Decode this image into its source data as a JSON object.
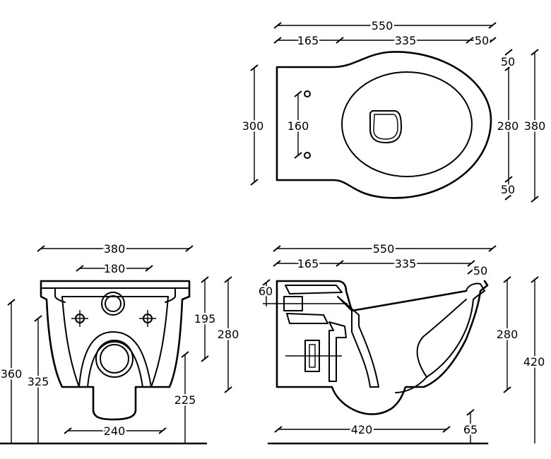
{
  "top_view": {
    "overall_length": "550",
    "length_rear": "165",
    "length_mid": "335",
    "length_front": "50",
    "rear_width": "300",
    "fixing_holes_spacing": "160",
    "overall_width": "380",
    "bowl_width": "280",
    "side_top": "50",
    "side_bottom": "50"
  },
  "front_view": {
    "overall_width": "380",
    "fixing_spacing": "180",
    "fixing_height": "195",
    "rim_height": "280",
    "outlet_height": "225",
    "overall_height": "360",
    "fixing_base_height": "325",
    "base_width": "240"
  },
  "side_view": {
    "overall_length": "550",
    "length_rear": "165",
    "length_mid": "335",
    "length_front": "50",
    "inlet_height": "60",
    "body_height": "280",
    "overall_height": "420",
    "base_length": "420",
    "floor_gap": "65"
  }
}
